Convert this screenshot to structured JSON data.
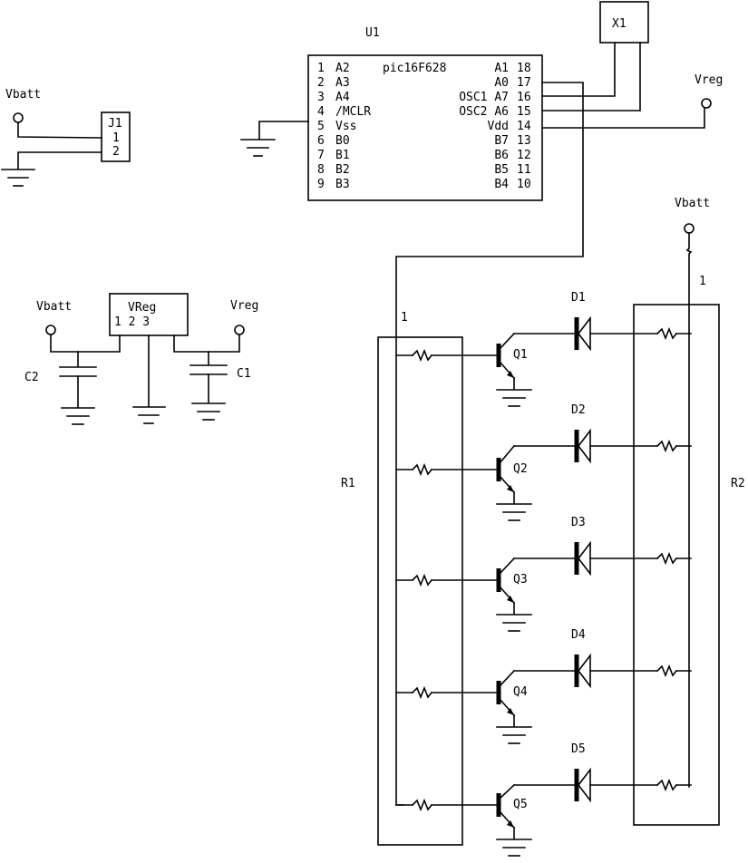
{
  "schematic": {
    "u1": {
      "ref": "U1",
      "part": "pic16F628",
      "left_pins": [
        "1 A2",
        "2 A3",
        "3 A4",
        "4 /MCLR",
        "5 Vss",
        "6 B0",
        "7 B1",
        "8 B2",
        "9 B3"
      ],
      "right_pins": [
        "A1 18",
        "A0 17",
        "OSC1 A7 16",
        "OSC2 A6 15",
        "Vdd 14",
        "B7 13",
        "B6 12",
        "B5 11",
        "B4 10"
      ]
    },
    "x1": {
      "ref": "X1"
    },
    "j1": {
      "ref": "J1",
      "pins": [
        "1",
        "2"
      ],
      "net": "Vbatt"
    },
    "vreg": {
      "ref": "VReg",
      "pins": "1  2  3",
      "net_in": "Vbatt",
      "net_out": "Vreg"
    },
    "caps": {
      "c1": "C1",
      "c2": "C2"
    },
    "vreg_net_label": "Vreg",
    "vbatt_net_label": "Vbatt",
    "r1": {
      "ref": "R1",
      "pin1": "1"
    },
    "r2": {
      "ref": "R2",
      "pin1": "1"
    },
    "transistors": [
      "Q1",
      "Q2",
      "Q3",
      "Q4",
      "Q5"
    ],
    "diodes": [
      "D1",
      "D2",
      "D3",
      "D4",
      "D5"
    ]
  }
}
